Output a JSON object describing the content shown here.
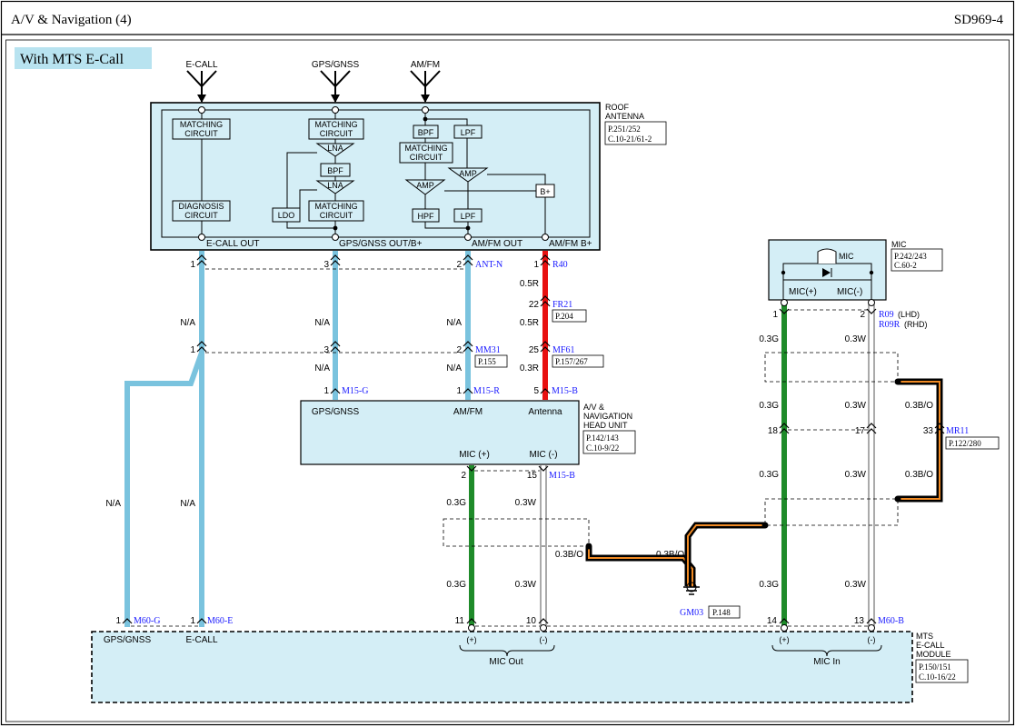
{
  "header": {
    "title": "A/V & Navigation (4)",
    "code": "SD969-4"
  },
  "variant_label": "With MTS E-Call",
  "antenna_inputs": [
    "E-CALL",
    "GPS/GNSS",
    "AM/FM"
  ],
  "roof_antenna": {
    "name_line1": "ROOF",
    "name_line2": "ANTENNA",
    "ref_line1": "P.251/252",
    "ref_line2": "C.10-21/61-2",
    "blocks": {
      "matching1": "MATCHING CIRCUIT",
      "diagnosis": "DIAGNOSIS CIRCUIT",
      "matching2": "MATCHING CIRCUIT",
      "lna1": "LNA",
      "bpf1": "BPF",
      "lna2": "LNA",
      "matching3": "MATCHING CIRCUIT",
      "ldo": "LDO",
      "bpf2": "BPF",
      "lpf1": "LPF",
      "matching4": "MATCHING CIRCUIT",
      "amp1": "AMP",
      "amp2": "AMP",
      "bplus": "B+",
      "hpf": "HPF",
      "lpf2": "LPF"
    },
    "pins": [
      "E-CALL OUT",
      "GPS/GNSS OUT/B+",
      "AM/FM OUT",
      "AM/FM B+"
    ]
  },
  "connectors": {
    "ant_n": "ANT-N",
    "r40": "R40",
    "fr21": "FR21",
    "fr21_ref": "P.204",
    "mm31": "MM31",
    "mm31_ref": "P.155",
    "mf61": "MF61",
    "mf61_ref": "P.157/267",
    "m15g": "M15-G",
    "m15r": "M15-R",
    "m15b": "M15-B",
    "m15b2": "M15-B",
    "r09": "R09",
    "r09_suffix": "(LHD)",
    "r09r": "R09R",
    "r09r_suffix": "(RHD)",
    "mr11": "MR11",
    "mr11_ref": "P.122/280",
    "gm03": "GM03",
    "gm03_ref": "P.148",
    "m60g": "M60-G",
    "m60e": "M60-E",
    "m60b": "M60-B"
  },
  "pin_numbers": {
    "a1": "1",
    "a3": "3",
    "a2": "2",
    "a1b": "1",
    "b1": "1",
    "b3": "3",
    "b2": "2",
    "c22": "22",
    "c25": "25",
    "h1": "1",
    "h1b": "1",
    "h5": "5",
    "h2": "2",
    "h15": "15",
    "mic1": "1",
    "mic2": "2",
    "j18": "18",
    "j17": "17",
    "j33": "33",
    "m1": "1",
    "m1b": "1",
    "m11": "11",
    "m10": "10",
    "m14": "14",
    "m13": "13"
  },
  "wires": {
    "na": "N/A",
    "r05": "0.5R",
    "r03": "0.3R",
    "g03": "0.3G",
    "w03": "0.3W",
    "bo03": "0.3B/O"
  },
  "head_unit": {
    "name_line1": "A/V &",
    "name_line2": "NAVIGATION",
    "name_line3": "HEAD UNIT",
    "ref_line1": "P.142/143",
    "ref_line2": "C.10-9/22",
    "pins": [
      "GPS/GNSS",
      "AM/FM",
      "Antenna",
      "MIC (+)",
      "MIC (-)"
    ]
  },
  "mic": {
    "name": "MIC",
    "inner_label": "MIC",
    "ref_line1": "P.242/243",
    "ref_line2": "C.60-2",
    "pins": [
      "MIC(+)",
      "MIC(-)"
    ]
  },
  "module": {
    "name_line1": "MTS",
    "name_line2": "E-CALL",
    "name_line3": "MODULE",
    "ref_line1": "P.150/151",
    "ref_line2": "C.10-16/22",
    "pins": [
      "GPS/GNSS",
      "E-CALL"
    ],
    "plus": "(+)",
    "minus": "(-)",
    "mic_out": "MIC Out",
    "mic_in": "MIC In"
  },
  "colors": {
    "blue_wire": "#7ac3de",
    "red_wire": "#e81010",
    "green_wire": "#1f8b2a",
    "white_wire": "#ffffff",
    "orange_wire": "#f08a24",
    "box_fill": "#d4eef6",
    "link_blue": "#1a1aff"
  }
}
